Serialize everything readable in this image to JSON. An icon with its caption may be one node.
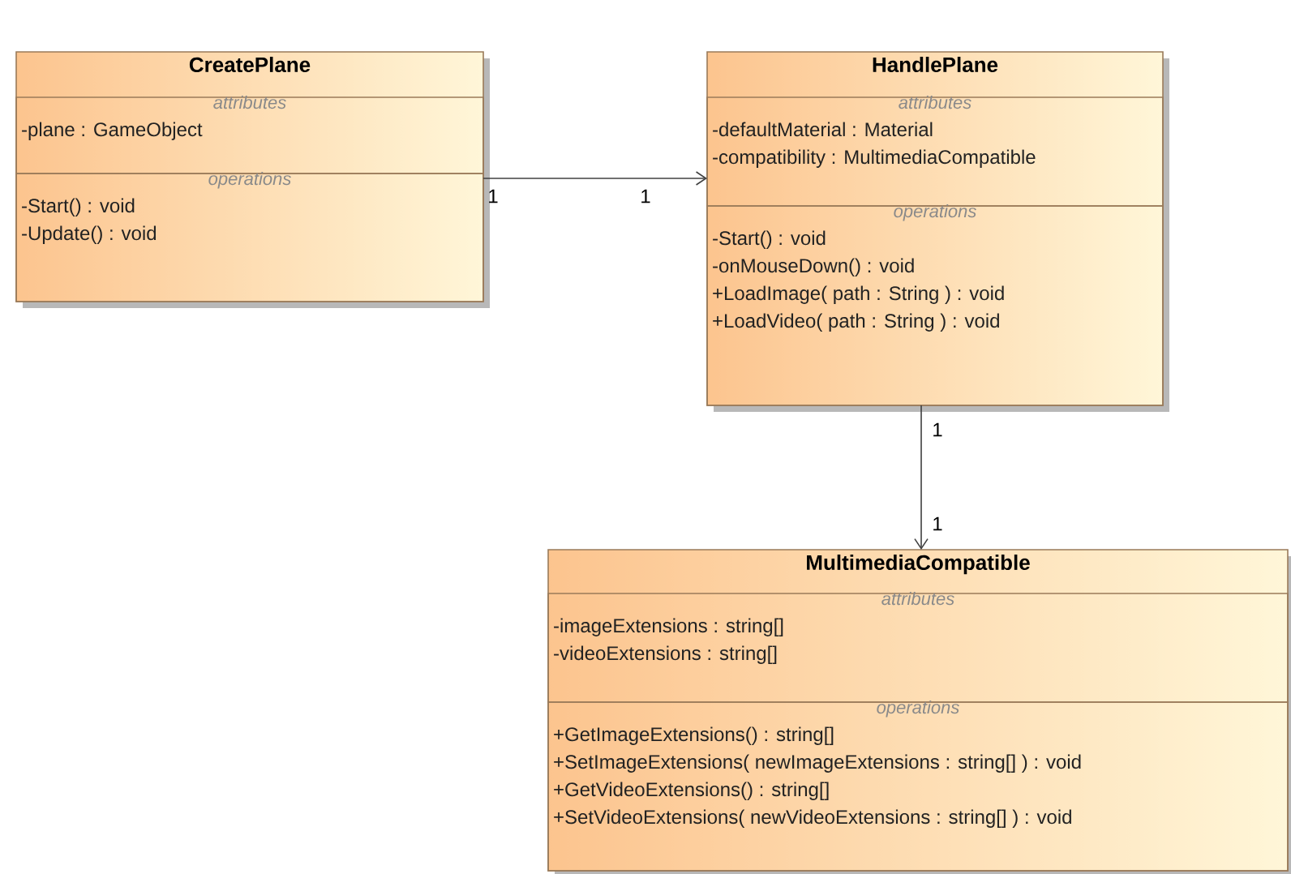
{
  "diagram": {
    "nodes": [
      {
        "text": [
          "CreatePlane"
        ]
      },
      {
        "text": [
          "attributes",
          "-plane : GameObject"
        ],
        "in": 0
      },
      {
        "text": [
          "operations",
          "-Start() : void",
          "-Update() : void"
        ],
        "in": 0
      },
      {
        "text": [
          "HandlePlane"
        ]
      },
      {
        "text": [
          "attributes",
          "-defaultMaterial : Material",
          "-compatibility : MultimediaCompatible"
        ],
        "in": 3
      },
      {
        "text": [
          "operations",
          "-Start() : void",
          "-onMouseDown() : void",
          "+LoadImage( path : String ) : void",
          "+LoadVideo( path : String ) : void"
        ],
        "in": 3
      },
      {
        "text": [
          "MultimediaCompatible"
        ]
      },
      {
        "text": [
          "attributes",
          "-imageExtensions : string[]",
          "-videoExtensions : string[]"
        ],
        "in": 6
      },
      {
        "text": [
          "operations",
          "+GetImageExtensions() : string[]",
          "+SetImageExtensions( newImageExtensions : string[] ) : void",
          "+GetVideoExtensions() : string[]",
          "+SetVideoExtensions( newVideoExtensions : string[] ) : void"
        ],
        "in": 6
      }
    ],
    "edges": [
      {
        "from": 0,
        "to": 3,
        "arrow": "to"
      },
      {
        "from": 3,
        "to": 6,
        "arrow": "to"
      }
    ],
    "labels": [
      "1",
      "1",
      "1",
      "1"
    ]
  }
}
